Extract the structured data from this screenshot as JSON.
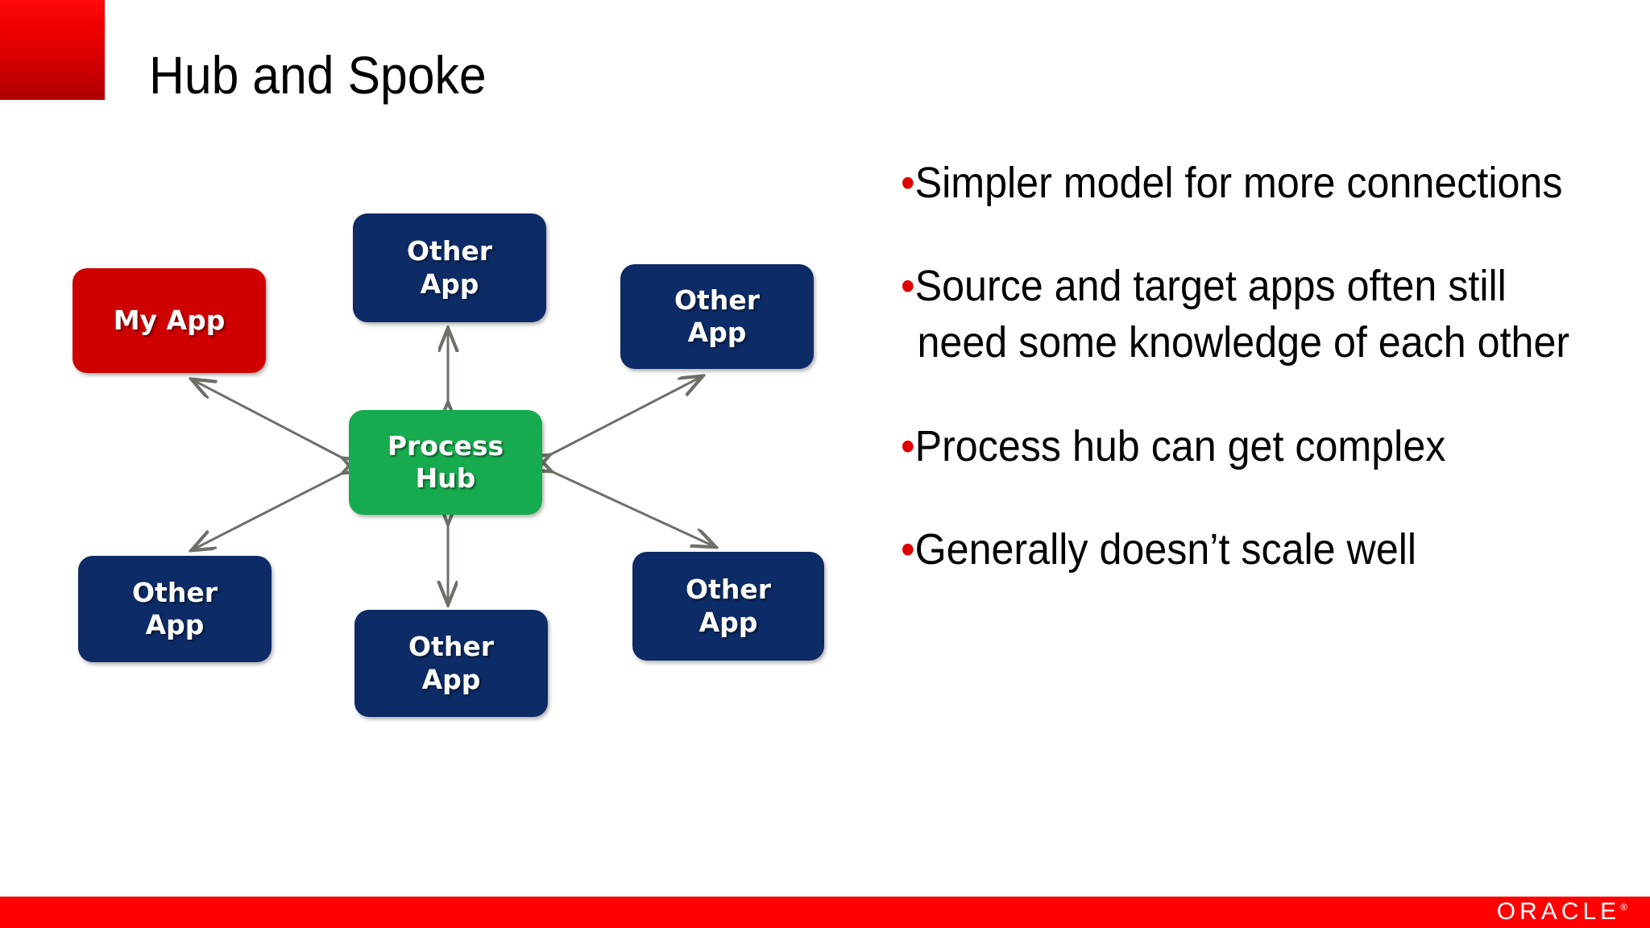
{
  "slide": {
    "title": "Hub and Spoke",
    "background_color": "#ffffff"
  },
  "colors": {
    "brand_red": "#ff0000",
    "corner_red_top": "#ff0a0a",
    "corner_red_bottom": "#b00000",
    "node_blue": "#0d2b66",
    "node_red": "#ce0100",
    "node_green": "#16ab4e",
    "bullet_marker": "#e00000",
    "connector_gray": "#6b7168",
    "text_black": "#000000",
    "text_white": "#ffffff"
  },
  "diagram": {
    "type": "hub-and-spoke",
    "hub": {
      "id": "process-hub",
      "lines": [
        "Process",
        "Hub"
      ],
      "color": "#16ab4e"
    },
    "spokes": [
      {
        "id": "my-app",
        "lines": [
          "My App"
        ],
        "color": "#ce0100",
        "position": "left-top"
      },
      {
        "id": "other-app-top",
        "lines": [
          "Other",
          "App"
        ],
        "color": "#0d2b66",
        "position": "top"
      },
      {
        "id": "other-app-topright",
        "lines": [
          "Other",
          "App"
        ],
        "color": "#0d2b66",
        "position": "right-top"
      },
      {
        "id": "other-app-bottomleft",
        "lines": [
          "Other",
          "App"
        ],
        "color": "#0d2b66",
        "position": "left-bottom"
      },
      {
        "id": "other-app-bottom",
        "lines": [
          "Other",
          "App"
        ],
        "color": "#0d2b66",
        "position": "bottom"
      },
      {
        "id": "other-app-bottomright",
        "lines": [
          "Other",
          "App"
        ],
        "color": "#0d2b66",
        "position": "right-bottom"
      }
    ],
    "connector_style": "double-headed-arrow"
  },
  "bullets": {
    "marker": "•",
    "items": [
      "Simpler model for more connections",
      "Source and target apps often still need some knowledge of each other",
      "Process hub can get complex",
      "Generally doesn’t scale well"
    ]
  },
  "footer": {
    "logo_text": "ORACLE",
    "registered_mark": "®"
  }
}
